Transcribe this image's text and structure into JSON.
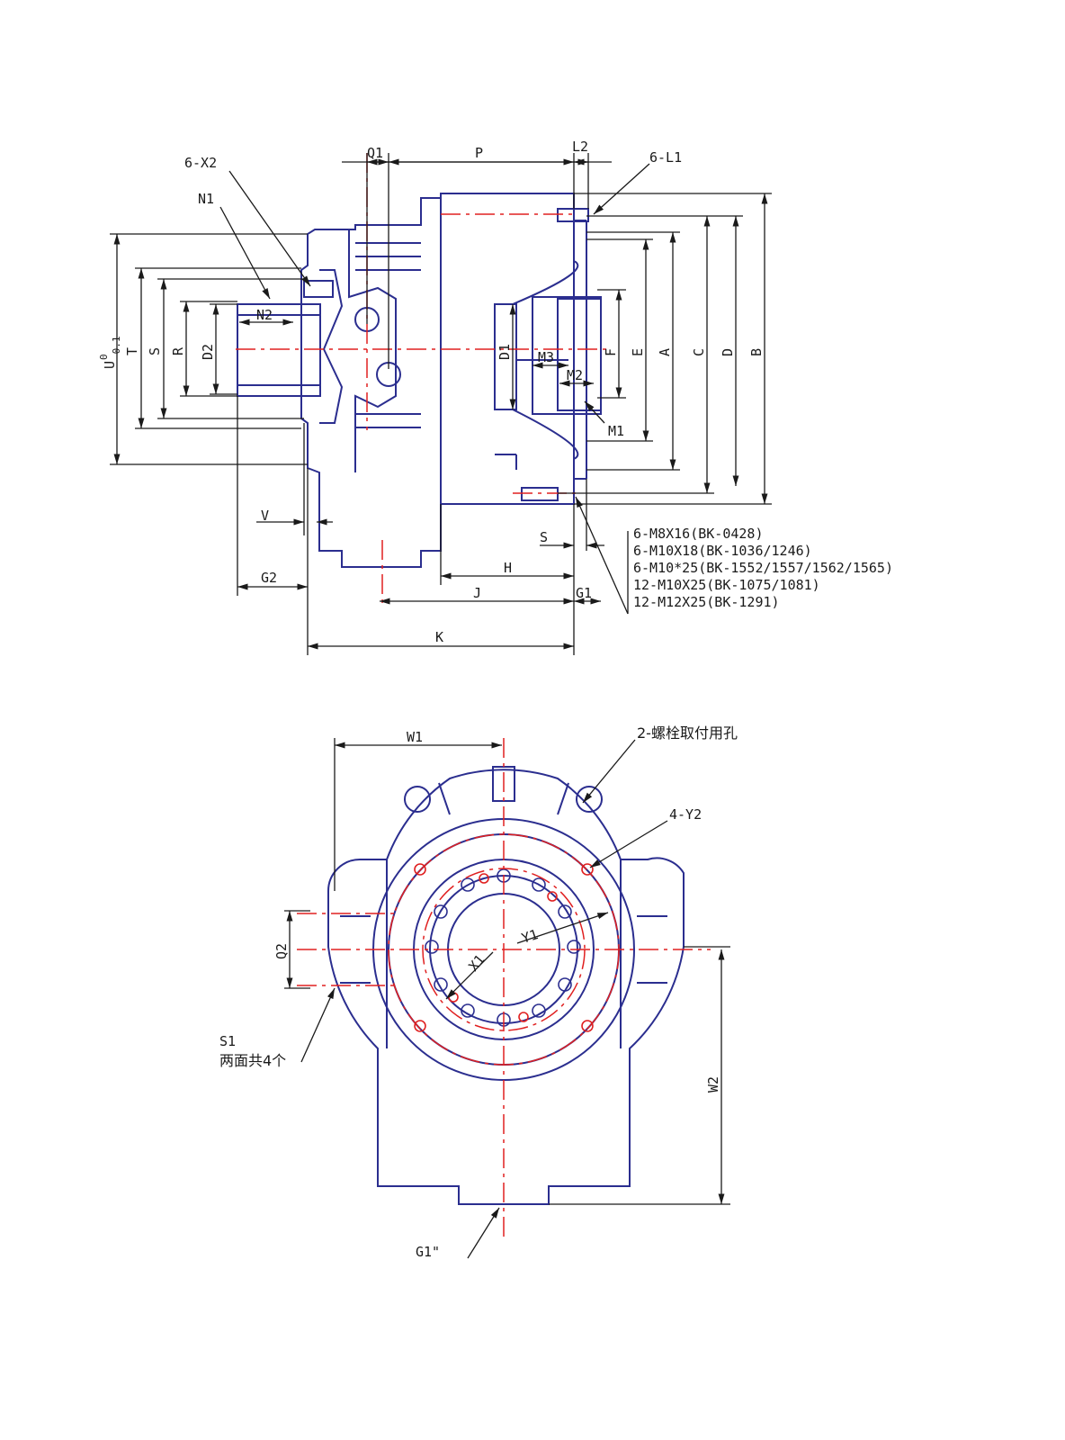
{
  "colors": {
    "outline": "#2b2e8f",
    "dimension": "#1a1a1a",
    "centerline": "#e02020"
  },
  "side_view": {
    "labels": {
      "x2": "6-X2",
      "n1": "N1",
      "n2": "N2",
      "q1": "Q1",
      "p": "P",
      "l2": "L2",
      "l1": "6-L1",
      "t": "T",
      "s_upper": "S",
      "r": "R",
      "d2": "D2",
      "u_main": "U",
      "u_sup": "0",
      "u_sub": "-0.1",
      "d1": "D1",
      "m3": "M3",
      "m2": "M2",
      "m1": "M1",
      "f": "F",
      "e": "E",
      "a": "A",
      "c": "C",
      "d": "D",
      "b": "B",
      "v": "V",
      "g2": "G2",
      "s_lower": "S",
      "h": "H",
      "j": "J",
      "g1": "G1",
      "k": "K"
    },
    "bolt_notes": [
      "6-M8X16(BK-0428)",
      "6-M10X18(BK-1036/1246)",
      "6-M10*25(BK-1552/1557/1562/1565)",
      "12-M10X25(BK-1075/1081)",
      "12-M12X25(BK-1291)"
    ]
  },
  "front_view": {
    "labels": {
      "w1": "W1",
      "bolt_holes": "2-螺栓取付用孔",
      "y2": "4-Y2",
      "y1": "Y1",
      "x1": "X1",
      "q2": "Q2",
      "s1": "S1",
      "s1_note": "两面共4个",
      "w2": "W2",
      "g1q": "G1\""
    }
  }
}
